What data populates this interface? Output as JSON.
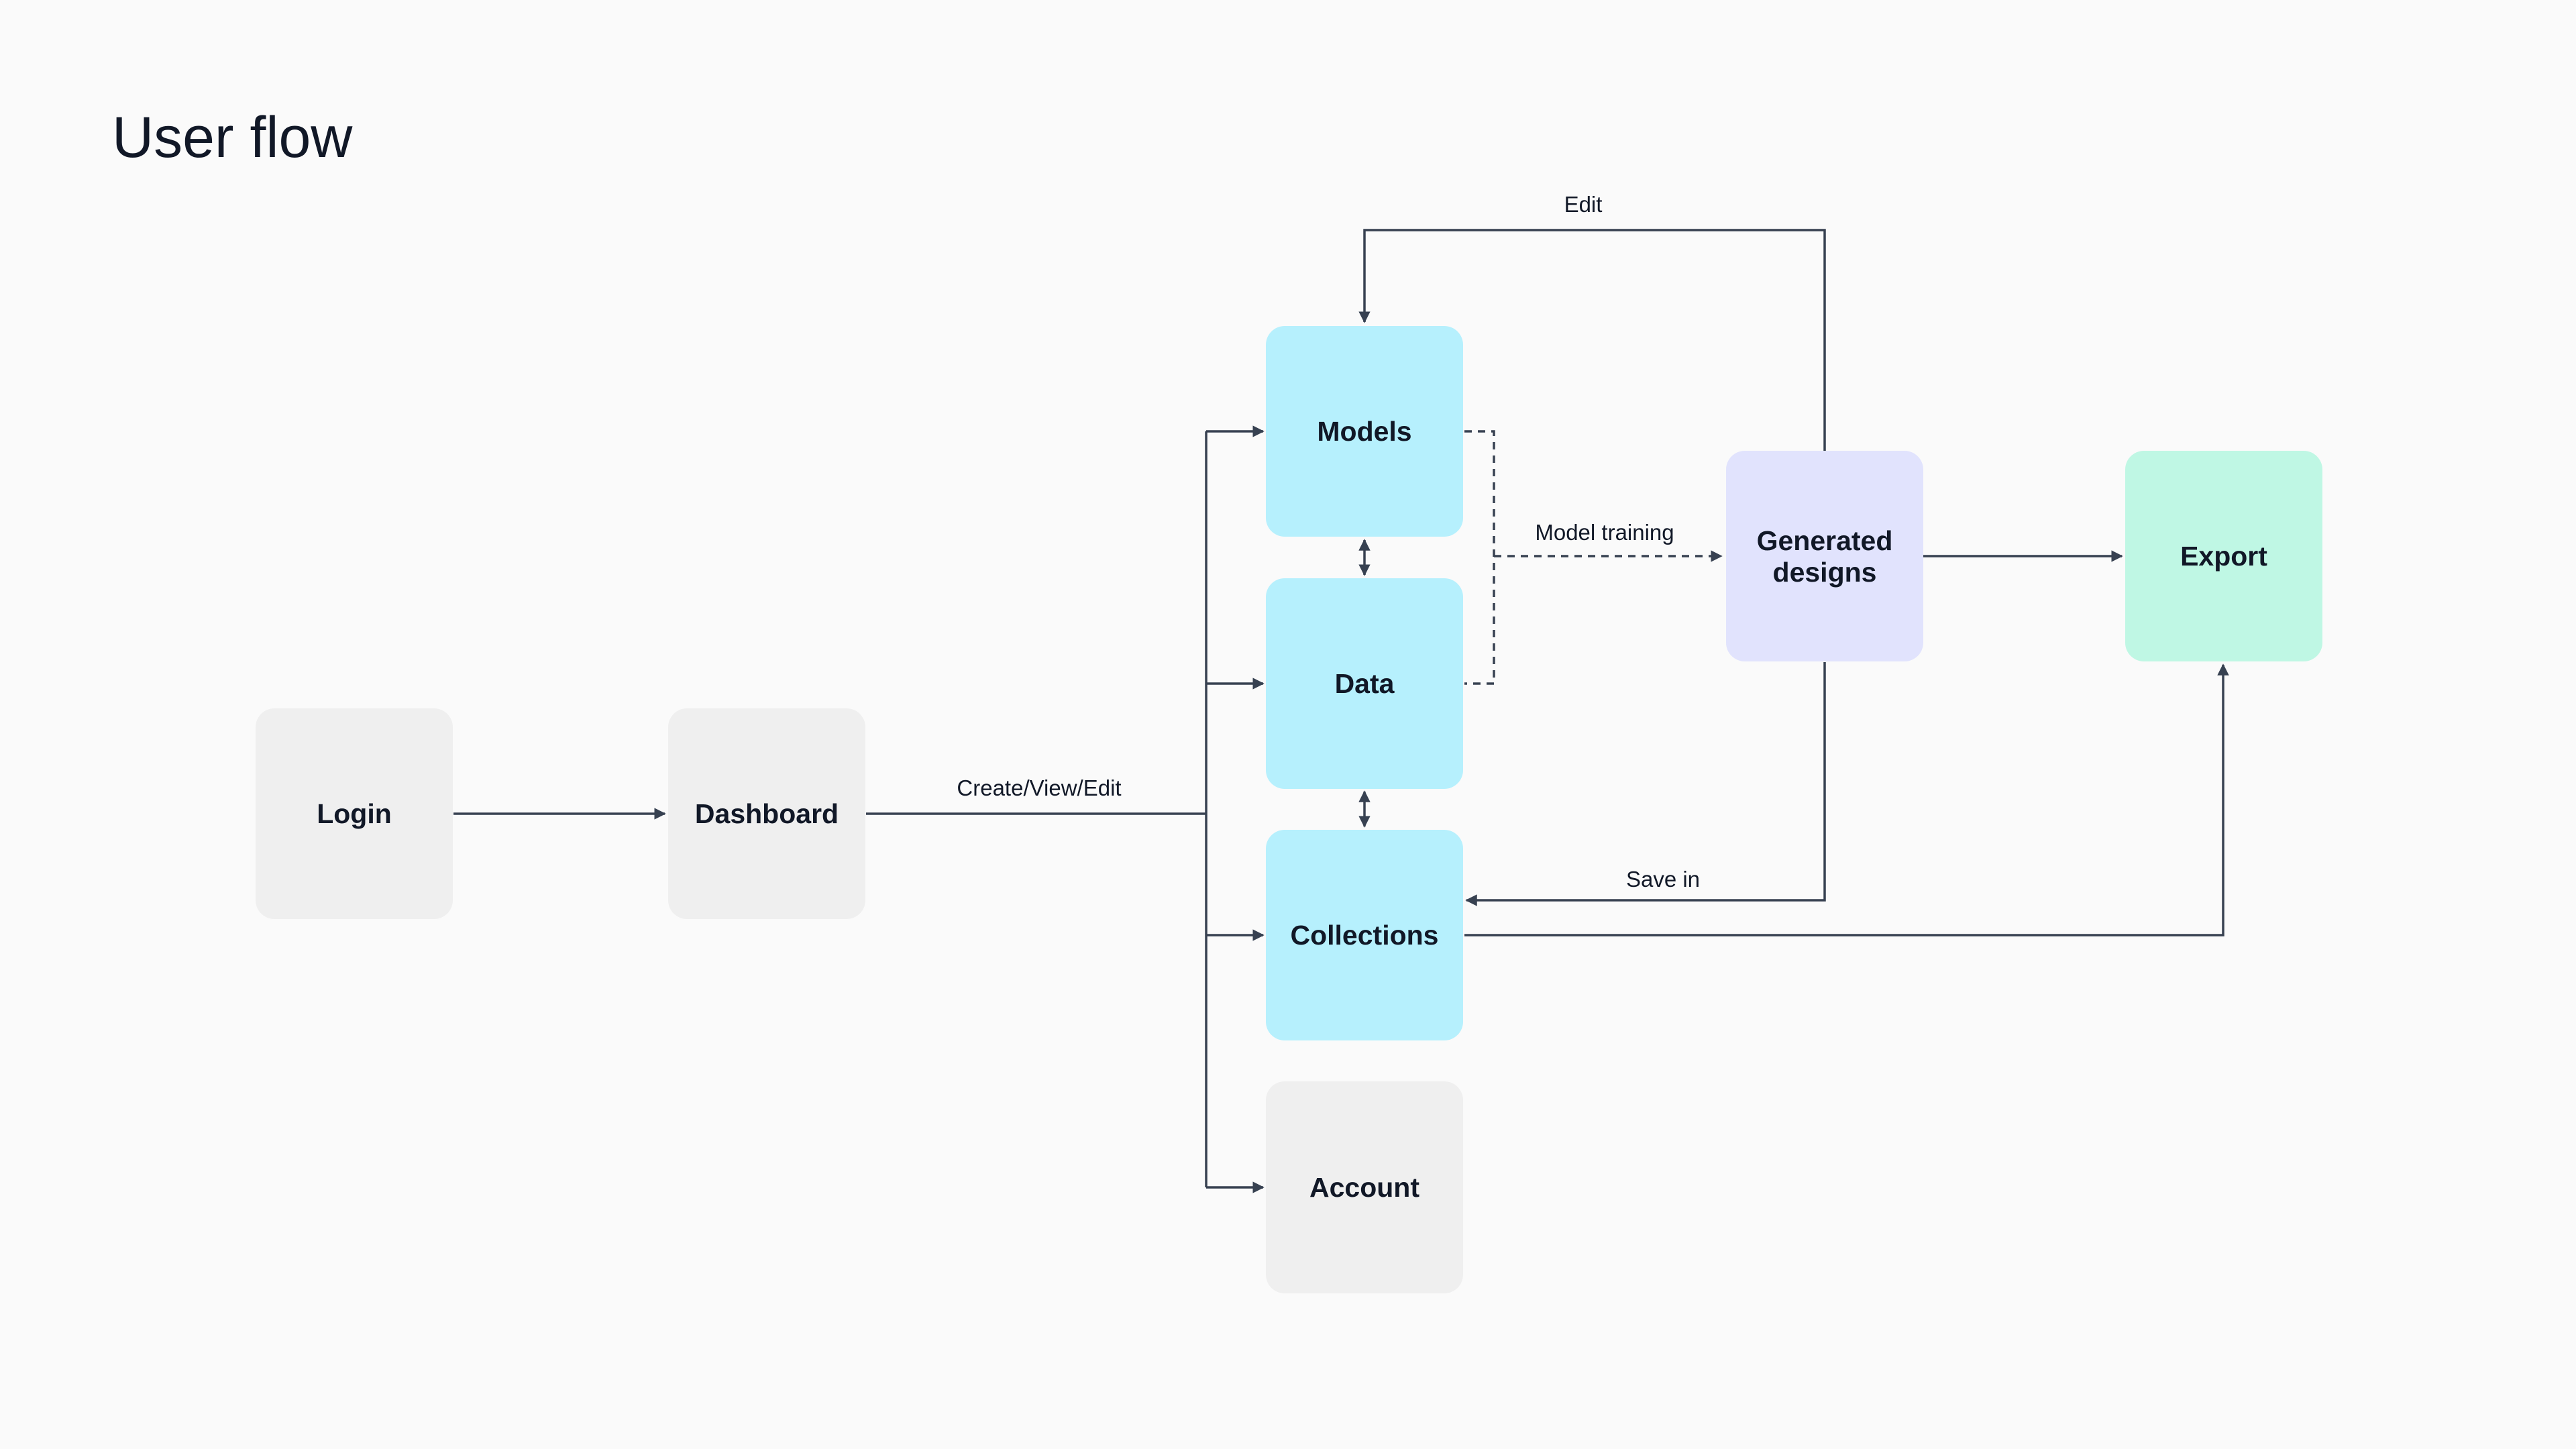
{
  "title": "User flow",
  "colors": {
    "background": "#fafafa",
    "neutral_node": "#efefef",
    "primary_node": "#b6f0fd",
    "generated_node": "#e1e3fd",
    "export_node": "#bff7e4",
    "connector": "#374151",
    "text": "#111827"
  },
  "nodes": {
    "login": "Login",
    "dashboard": "Dashboard",
    "models": "Models",
    "data": "Data",
    "collections": "Collections",
    "account": "Account",
    "generated_line1": "Generated",
    "generated_line2": "designs",
    "export": "Export"
  },
  "edges": {
    "create_view_edit": "Create/View/Edit",
    "edit": "Edit",
    "model_training": "Model training",
    "save_in": "Save in"
  }
}
